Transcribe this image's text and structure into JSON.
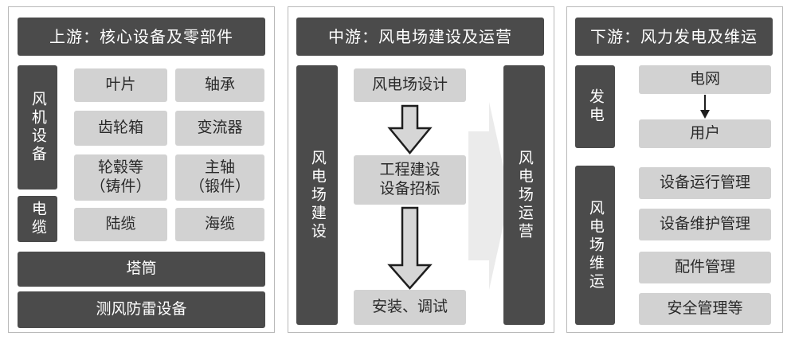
{
  "upstream": {
    "header": "上游：核心设备及零部件",
    "wind_turbine_label": "风机设备",
    "cable_label": "电缆",
    "parts": {
      "blade": "叶片",
      "bearing": "轴承",
      "gearbox": "齿轮箱",
      "converter": "变流器",
      "hub": "轮毂等\n（铸件）",
      "main_shaft": "主轴\n（锻件）",
      "land_cable": "陆缆",
      "sea_cable": "海缆"
    },
    "tower": "塔筒",
    "wind_measure": "测风防雷设备"
  },
  "midstream": {
    "header": "中游：风电场建设及运营",
    "construction_label": "风电场建设",
    "operation_label": "风电场运营",
    "steps": {
      "design": "风电场设计",
      "engineering": "工程建设\n设备招标",
      "install": "安装、调试"
    }
  },
  "downstream": {
    "header": "下游：风力发电及维运",
    "generation_label": "发电",
    "maintenance_label": "风电场维运",
    "grid": "电网",
    "user": "用户",
    "tasks": {
      "operation_mgmt": "设备运行管理",
      "maintenance_mgmt": "设备维护管理",
      "parts_mgmt": "配件管理",
      "safety_mgmt": "安全管理等"
    }
  }
}
